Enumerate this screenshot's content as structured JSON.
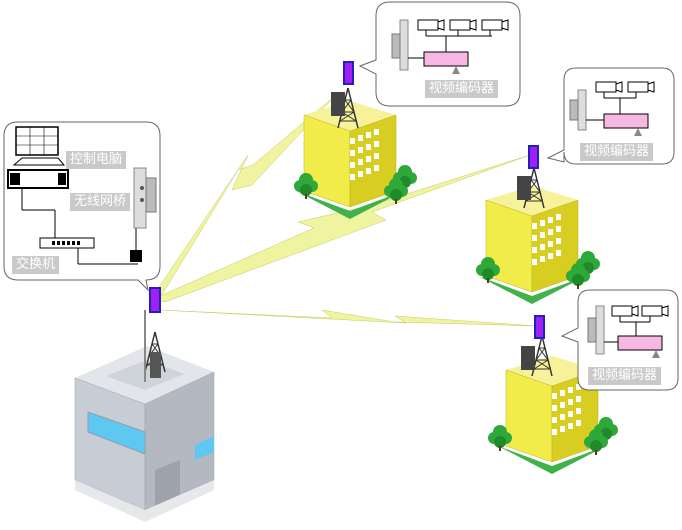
{
  "control_center": {
    "pc_label": "控制电脑",
    "bridge_label": "无线网桥",
    "switch_label": "交换机"
  },
  "remote_sites": [
    {
      "encoder_label": "视频编码器",
      "camera_count": 3
    },
    {
      "encoder_label": "视频编码器",
      "camera_count": 2
    },
    {
      "encoder_label": "视频编码器",
      "camera_count": 2
    }
  ],
  "colors": {
    "building_yellow": "#f2ec4a",
    "hq_gray": "#c8ccd4",
    "hq_window": "#5ec8f0",
    "link_beam": "#f0f3a0",
    "radio_purple": "#a020f0",
    "encoder_pink": "#f7b7e3",
    "tree_green": "#2fa83a",
    "label_bg": "#c9c9c9"
  }
}
